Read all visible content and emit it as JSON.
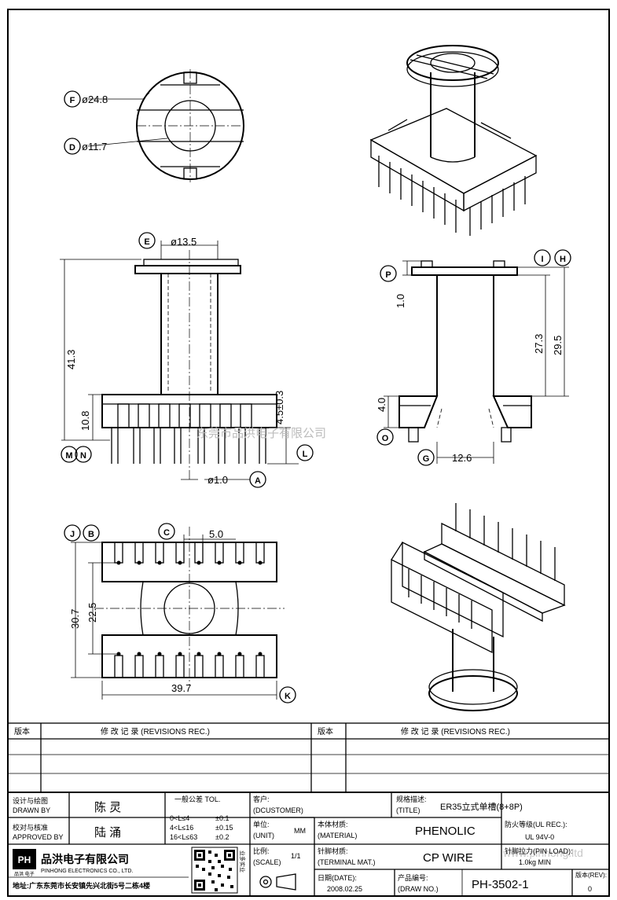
{
  "dimensions": {
    "f_dia": "ø24.8",
    "d_dia": "ø11.7",
    "e_dia": "ø13.5",
    "height_total": "41.3",
    "base_height": "10.8",
    "pin_len": "4.5±0.3",
    "pin_dia": "ø1.0",
    "flange_top": "1.0",
    "winding_height": "27.3",
    "height_side": "29.5",
    "base_side": "4.0",
    "width_side": "12.6",
    "pitch": "5.0",
    "row_span_outer": "30.7",
    "row_span_inner": "22.5",
    "width_base": "39.7"
  },
  "callouts": {
    "F": "F",
    "D": "D",
    "E": "E",
    "M": "M",
    "N": "N",
    "L": "L",
    "A": "A",
    "P": "P",
    "I": "I",
    "H": "H",
    "O": "O",
    "G": "G",
    "J": "J",
    "B": "B",
    "C": "C",
    "K": "K"
  },
  "watermark": {
    "company_cn": "东莞市品洪电子有限公司",
    "url": "www.pinhong.ltd"
  },
  "revisions": {
    "col_version": "版本",
    "col_record": "修 改 记 录 (REVISIONS REC.)"
  },
  "title_block": {
    "designed_label_cn": "设计与绘图",
    "designed_label_en": "DRAWN BY",
    "designer": "陈 灵",
    "approved_label_cn": "校对与核准",
    "approved_label_en": "APPROVED BY",
    "approver": "陆 涌",
    "tol_title": "一般公差 TOL.",
    "tol_rows": [
      {
        "range": "0<L≤4",
        "value": "±0.1"
      },
      {
        "range": "4<L≤16",
        "value": "±0.15"
      },
      {
        "range": "16<L≤63",
        "value": "±0.2"
      }
    ],
    "customer_label_cn": "客户:",
    "customer_label_en": "(DCUSTOMER)",
    "unit_label_cn": "单位:",
    "unit_label_en": "(UNIT)",
    "unit_value": "MM",
    "scale_label_cn": "比例:",
    "scale_label_en": "(SCALE)",
    "scale_value": "1/1",
    "material_label_cn": "本体材质:",
    "material_label_en": "(MATERIAL)",
    "material_value": "PHENOLIC",
    "terminal_label_cn": "针脚材质:",
    "terminal_label_en": "(TERMINAL MAT.)",
    "terminal_value": "CP WIRE",
    "date_label": "日期(DATE):",
    "date_value": "2008.02.25",
    "drawno_label_cn": "产品编号:",
    "drawno_label_en": "(DRAW NO.)",
    "drawno_value": "PH-3502-1",
    "title_label_cn": "规格描述:",
    "title_label_en": "(TITLE)",
    "title_value": "ER35立式单槽(8+8P)",
    "ul_label": "防火等级(UL REC.):",
    "ul_value": "UL 94V-0",
    "pinload_label": "针脚拉力(PIN LOAD):",
    "pinload_value": "1.0kg MIN",
    "rev_label_cn": "版本(REV):",
    "rev_value": "0",
    "company_cn": "品洪电子有限公司",
    "company_en": "PINHONG ELECTRONICS CO., LTD.",
    "address": "地址:广东东莞市长安镇先兴北街5号二栋4楼",
    "logo_text": "PH",
    "logo_sub": "品洪 电子",
    "qr_side_text": "业多实业"
  }
}
